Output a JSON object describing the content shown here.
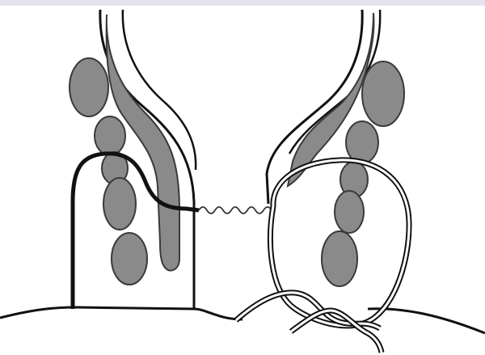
{
  "colors": {
    "top_band": "#e3e3ee",
    "outline": "#111111",
    "gland_fill": "#8a8a8a",
    "gland_stroke": "#3a3a3a",
    "background": "#ffffff"
  },
  "elements": {
    "left_anal_wall": "muscle-wall",
    "right_anal_wall": "muscle-wall",
    "left_gland_chain": "lymph-nodes",
    "right_gland_chain": "lymph-nodes",
    "fistula_tract": "bold-line",
    "connecting_tract": "wavy-line",
    "seton_loop": "double-line-loop"
  }
}
